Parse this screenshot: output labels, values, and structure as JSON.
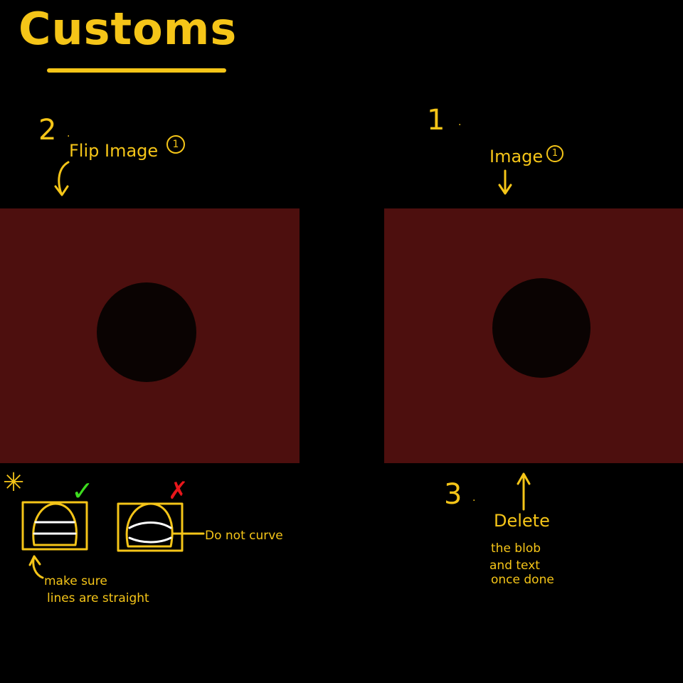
{
  "title": "Customs",
  "left_panel": {
    "step": "2",
    "label": "Flip Image",
    "ref_badge": "1"
  },
  "right_panel": {
    "step": "1",
    "label": "Image",
    "ref_badge": "1"
  },
  "step3": {
    "step": "3",
    "heading": "Delete",
    "lines": [
      "the blob",
      "and text",
      "once done"
    ]
  },
  "examples": {
    "marker": "✳",
    "good_mark": "✓",
    "bad_mark": "✗",
    "good_note_lines": [
      "make sure",
      "lines are straight"
    ],
    "bad_note": "Do not curve"
  },
  "colors": {
    "background": "#000000",
    "panel": "#4d0f0e",
    "blob": "#0a0302",
    "ink": "#f5c518",
    "good": "#3ddc1f",
    "bad": "#e8161b"
  }
}
